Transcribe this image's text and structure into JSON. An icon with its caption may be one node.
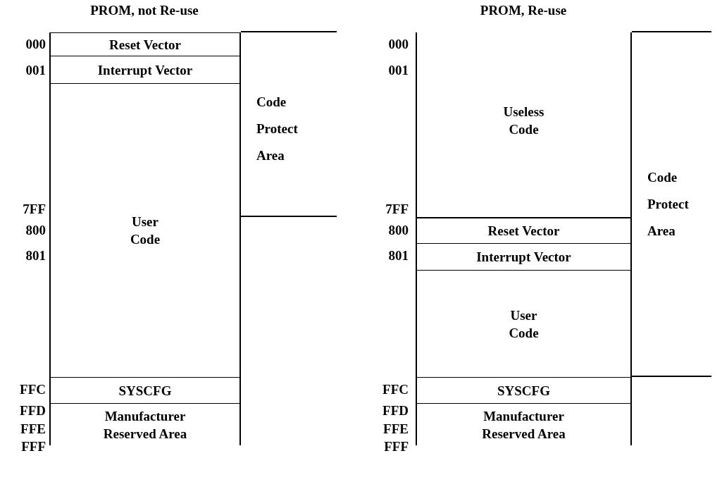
{
  "diagram": {
    "nodes": [
      {
        "text": [
          "Reset Vector"
        ]
      },
      {
        "text": [
          "Interrupt Vector"
        ]
      },
      {
        "text": [
          "User Code"
        ]
      },
      {
        "text": [
          "SYSCFG"
        ]
      },
      {
        "text": [
          "Manufacturer Reserved Area"
        ]
      },
      {
        "text": [
          "Code Protect Area"
        ]
      },
      {
        "text": [
          "Useless Code"
        ]
      },
      {
        "text": [
          "Reset Vector"
        ]
      },
      {
        "text": [
          "Interrupt Vector"
        ]
      },
      {
        "text": [
          "User Code"
        ]
      },
      {
        "text": [
          "Code Protect Area"
        ]
      },
      {
        "text": [
          "SYSCFG"
        ]
      },
      {
        "text": [
          "Manufacturer Reserved Area"
        ]
      }
    ],
    "labels": [
      "PROM, not Re-use",
      "PROM, Re-use",
      "000",
      "001",
      "7FF",
      "800",
      "801",
      "FFC",
      "FFD",
      "FFE",
      "FFF",
      "000",
      "001",
      "7FF",
      "800",
      "801",
      "FFC",
      "FFD",
      "FFE",
      "FFF"
    ]
  }
}
